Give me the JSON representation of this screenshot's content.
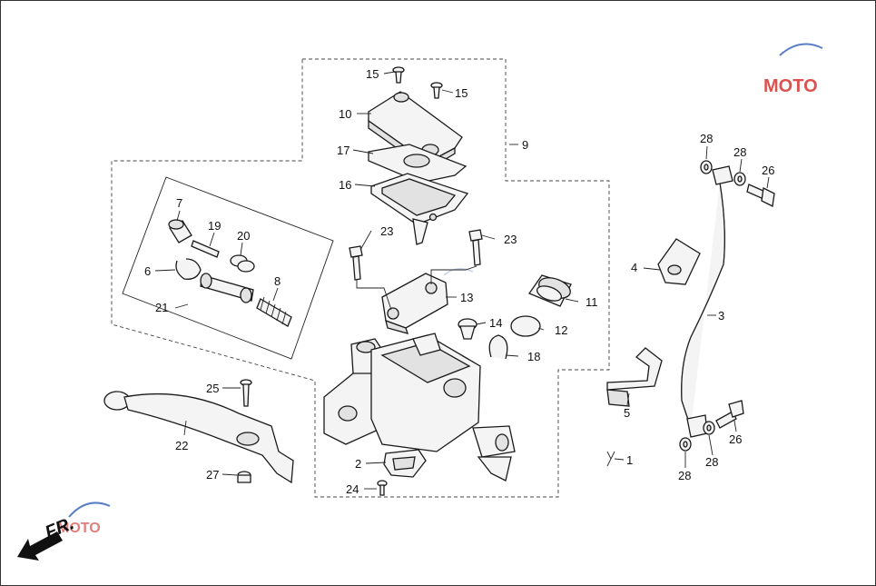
{
  "watermark": {
    "brand": "MOTO",
    "colors": {
      "red": "#d9534f",
      "blue": "#5b7fc7",
      "gray": "#888888"
    }
  },
  "front_marker": {
    "text": "FR."
  },
  "callouts": {
    "c1": "1",
    "c2": "2",
    "c3": "3",
    "c4": "4",
    "c5": "5",
    "c6": "6",
    "c7": "7",
    "c8": "8",
    "c9": "9",
    "c10": "10",
    "c11": "11",
    "c12": "12",
    "c13": "13",
    "c14": "14",
    "c15a": "15",
    "c15b": "15",
    "c16": "16",
    "c17": "17",
    "c18": "18",
    "c19": "19",
    "c20": "20",
    "c21": "21",
    "c22": "22",
    "c23a": "23",
    "c23b": "23",
    "c24": "24",
    "c25": "25",
    "c26a": "26",
    "c26b": "26",
    "c27": "27",
    "c28a": "28",
    "c28b": "28",
    "c28c": "28",
    "c28d": "28"
  }
}
